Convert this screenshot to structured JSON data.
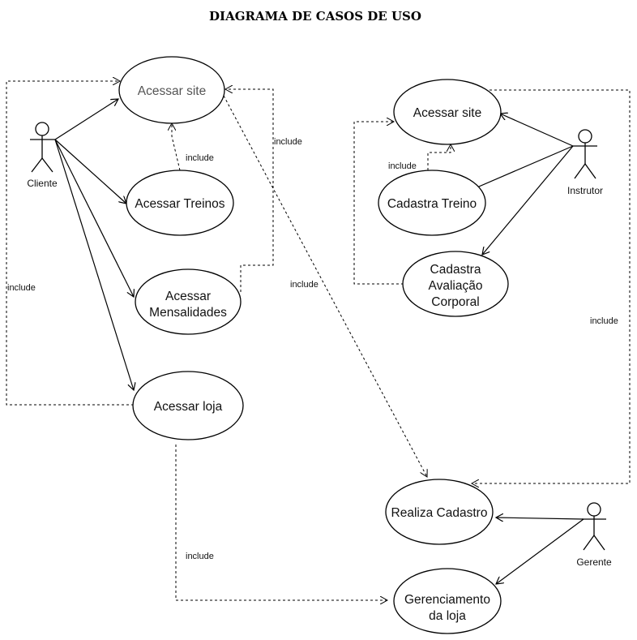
{
  "title": "DIAGRAMA DE CASOS DE USO",
  "actors": {
    "cliente": "Cliente",
    "instrutor": "Instrutor",
    "gerente": "Gerente"
  },
  "use_cases": {
    "acessar_site_cliente": "Acessar site",
    "acessar_treinos": "Acessar Treinos",
    "acessar_mensalidades": [
      "Acessar",
      "Mensalidades"
    ],
    "acessar_loja": "Acessar loja",
    "acessar_site_instrutor": "Acessar site",
    "cadastra_treino": "Cadastra Treino",
    "cadastra_avaliacao": [
      "Cadastra",
      "Avaliação",
      "Corporal"
    ],
    "realiza_cadastro": "Realiza Cadastro",
    "gerenciamento_loja": [
      "Gerenciamento",
      "da loja"
    ]
  },
  "relations": {
    "include": "include"
  }
}
